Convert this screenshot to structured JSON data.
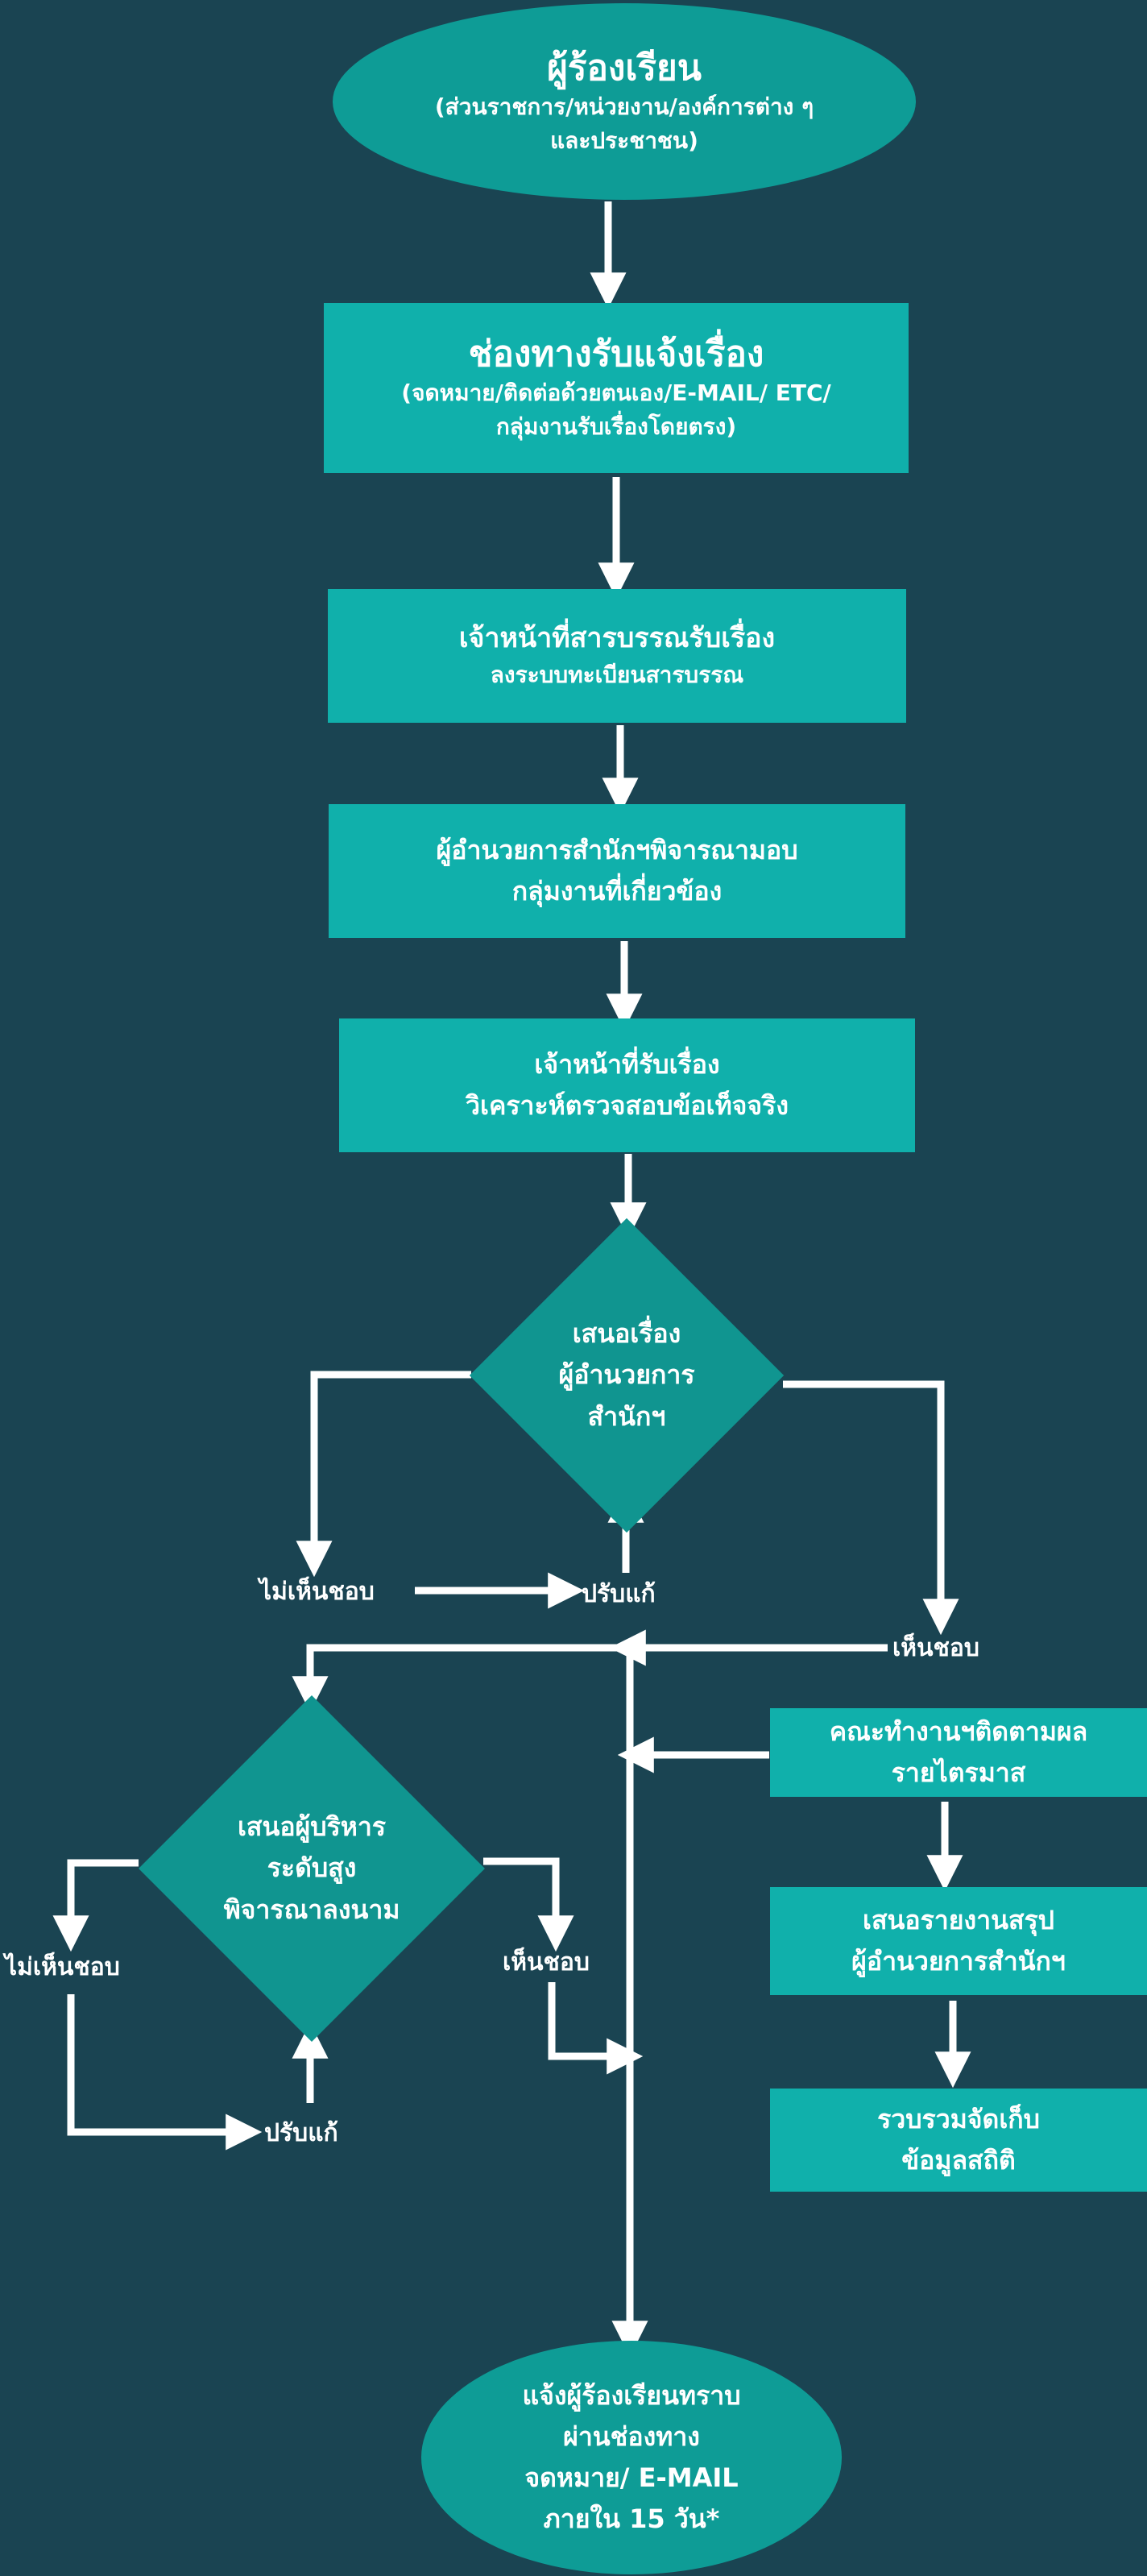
{
  "start": {
    "title": "ผู้ร้องเรียน",
    "subtitle_line1": "(ส่วนราชการ/หน่วยงาน/องค์การต่าง ๆ",
    "subtitle_line2": "และประชาชน)"
  },
  "channel": {
    "title": "ช่องทางรับแจ้งเรื่อง",
    "line1": "(จดหมาย/ติดต่อด้วยตนเอง/E-MAIL/ ETC/",
    "line2": "กลุ่มงานรับเรื่องโดยตรง)"
  },
  "clerk": {
    "line1": "เจ้าหน้าที่สารบรรณรับเรื่อง",
    "line2": "ลงระบบทะเบียนสารบรรณ"
  },
  "director_assign": {
    "line1": "ผู้อำนวยการสำนักฯพิจารณามอบ",
    "line2": "กลุ่มงานที่เกี่ยวข้อง"
  },
  "officer": {
    "line1": "เจ้าหน้าที่รับเรื่อง",
    "line2": "วิเคราะห์ตรวจสอบข้อเท็จจริง"
  },
  "decision1": {
    "line1": "เสนอเรื่อง",
    "line2": "ผู้อำนวยการ",
    "line3": "สำนักฯ",
    "disagree": "ไม่เห็นชอบ",
    "revise": "ปรับแก้",
    "agree": "เห็นชอบ"
  },
  "decision2": {
    "line1": "เสนอผู้บริหาร",
    "line2": "ระดับสูง",
    "line3": "พิจารณาลงนาม",
    "disagree": "ไม่เห็นชอบ",
    "revise": "ปรับแก้",
    "agree": "เห็นชอบ"
  },
  "committee": {
    "line1": "คณะทำงานฯติดตามผล",
    "line2": "รายไตรมาส"
  },
  "report": {
    "line1": "เสนอรายงานสรุป",
    "line2": "ผู้อำนวยการสำนักฯ"
  },
  "statistics": {
    "line1": "รวบรวมจัดเก็บ",
    "line2": "ข้อมูลสถิติ"
  },
  "end": {
    "line1": "แจ้งผู้ร้องเรียนทราบ",
    "line2": "ผ่านช่องทาง",
    "line3": "จดหมาย/ E-MAIL",
    "line4": "ภายใน 15 วัน*"
  },
  "colors": {
    "background": "#1a4452",
    "box": "#10b0ab",
    "ellipse": "#0e9c96",
    "diamond": "#109590",
    "arrow": "#ffffff"
  }
}
